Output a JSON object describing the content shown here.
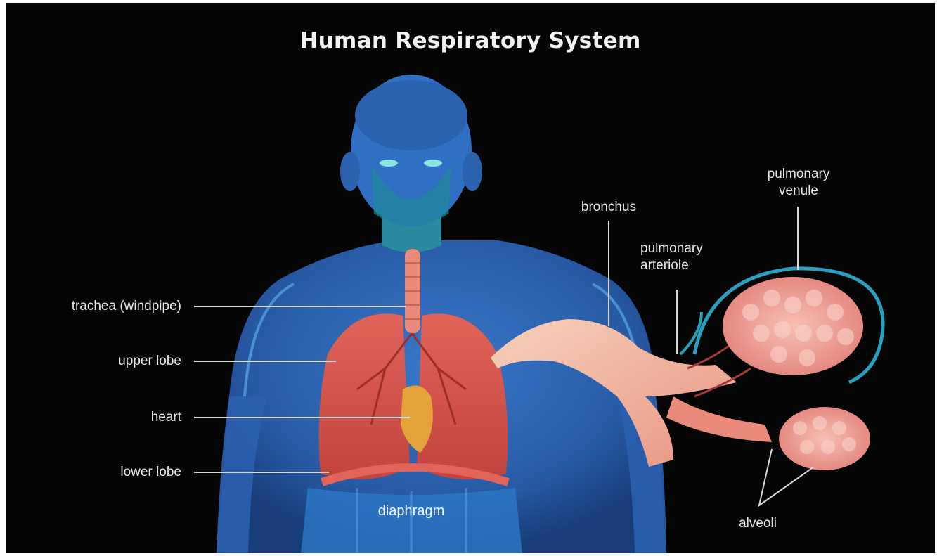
{
  "title": "Human Respiratory System",
  "labels": {
    "trachea": "trachea (windpipe)",
    "upper_lobe": "upper lobe",
    "heart": "heart",
    "lower_lobe": "lower lobe",
    "diaphragm": "diaphragm",
    "bronchus": "bronchus",
    "pulmonary_arteriole": "pulmonary arteriole",
    "pulmonary_venule": "pulmonary venule",
    "alveoli": "alveoli"
  },
  "colors": {
    "background": "#050505",
    "body": "#2f6fc4",
    "lung": "#d9534a",
    "heart": "#e3a23a",
    "trachea": "#e98a7a",
    "bronchus": "#f0c0a8",
    "alveoli": "#f2a49a",
    "label_text": "#e8e8e8"
  }
}
